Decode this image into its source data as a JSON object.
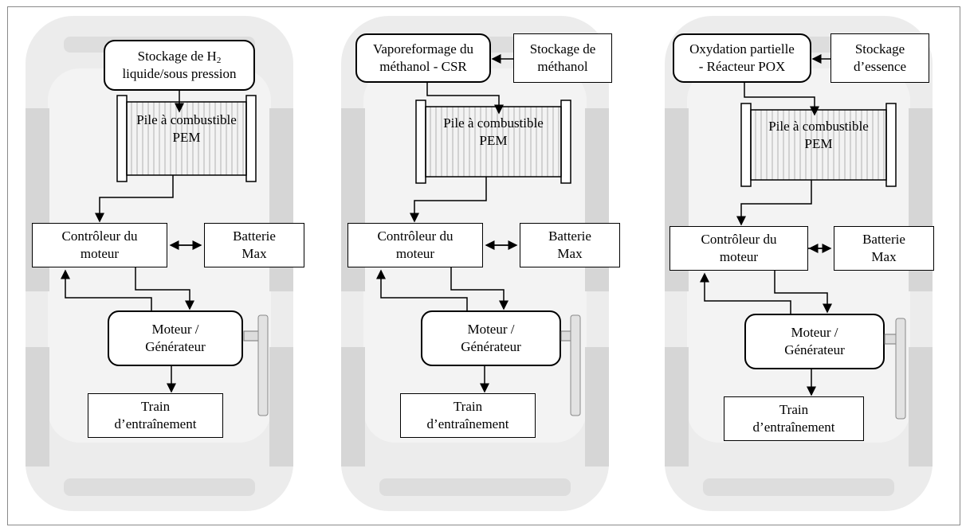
{
  "panels": [
    {
      "source": {
        "line1_prefix": "Stockage de H",
        "line1_sub": "2",
        "line2": "liquide/sous pression"
      },
      "fuel_cell": "Pile à combustible\nPEM",
      "controller": "Contrôleur du\nmoteur",
      "battery": "Batterie\nMax",
      "motor": "Moteur /\nGénérateur",
      "drivetrain": "Train\nd’entraînement"
    },
    {
      "reformer": "Vaporeformage du\nméthanol - CSR",
      "storage": "Stockage de\nméthanol",
      "fuel_cell": "Pile à combustible\nPEM",
      "controller": "Contrôleur du\nmoteur",
      "battery": "Batterie\nMax",
      "motor": "Moteur /\nGénérateur",
      "drivetrain": "Train\nd’entraînement"
    },
    {
      "reformer": "Oxydation partielle\n- Réacteur POX",
      "storage": "Stockage\nd’essence",
      "fuel_cell": "Pile à combustible\nPEM",
      "controller": "Contrôleur du\nmoteur",
      "battery": "Batterie\nMax",
      "motor": "Moteur /\nGénérateur",
      "drivetrain": "Train\nd’entraînement"
    }
  ],
  "colors": {
    "car_silhouette": "#e9e9e9",
    "car_detail": "#d2d2d2",
    "stroke": "#000000"
  }
}
